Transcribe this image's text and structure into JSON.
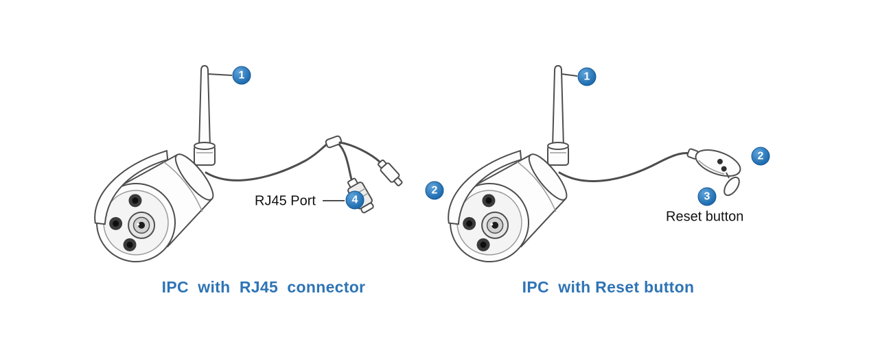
{
  "figure": {
    "left_unit": {
      "caption": "IPC  with  RJ45  connector",
      "rj45_port_label": "RJ45 Port",
      "callout_antenna": "1",
      "callout_cable_connector": "2",
      "callout_rj45_port": "4"
    },
    "right_unit": {
      "caption": "IPC  with Reset button",
      "reset_button_label": "Reset button",
      "callout_antenna": "1",
      "callout_connector": "2",
      "callout_reset_button": "3"
    },
    "colors": {
      "callout_badge": "#1e6cb0",
      "caption_text": "#2e74b5",
      "line_art": "#4d4d4d",
      "label_text": "#111111"
    }
  }
}
